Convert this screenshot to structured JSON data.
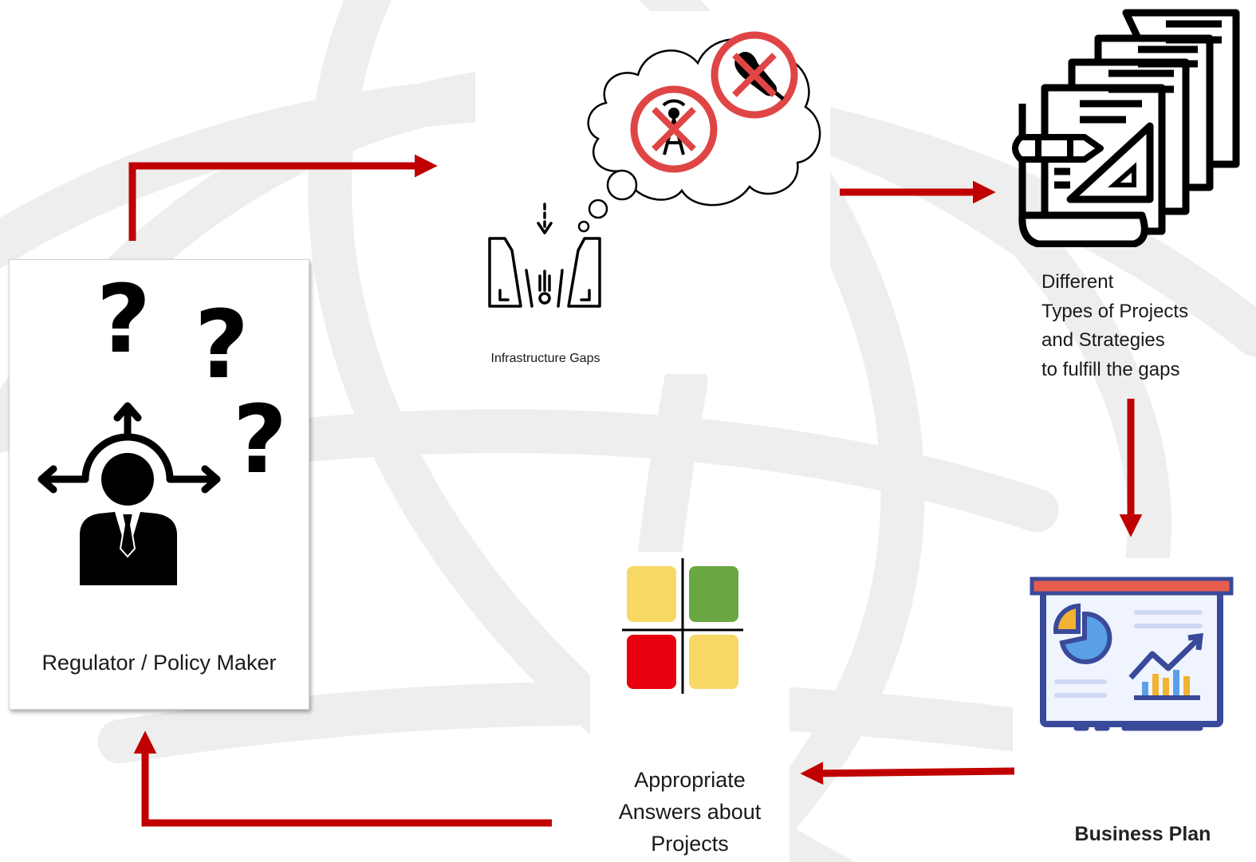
{
  "nodes": {
    "regulator": {
      "label": "Regulator / Policy Maker"
    },
    "gaps": {
      "label": "Infrastructure Gaps"
    },
    "projects": {
      "lines": [
        "Different",
        "Types of Projects",
        "and Strategies",
        "to fulfill the gaps"
      ]
    },
    "business_plan": {
      "label": "Business Plan"
    },
    "answers": {
      "lines": [
        "Appropriate",
        "Answers about",
        "Projects"
      ]
    }
  },
  "colors": {
    "arrow": "#c00000",
    "globe": "#efefef",
    "quad_yellow": "#f7d865",
    "quad_green": "#6aa742",
    "quad_red": "#e8000e",
    "no_sign": "#e04545"
  },
  "icons": {
    "regulator": "person-decision-icon",
    "gaps": "broken-bridge-icon",
    "thought": "thought-cloud-icon",
    "projects": "project-documents-icon",
    "business_plan": "presentation-board-icon",
    "answers": "quadrant-matrix-icon"
  }
}
